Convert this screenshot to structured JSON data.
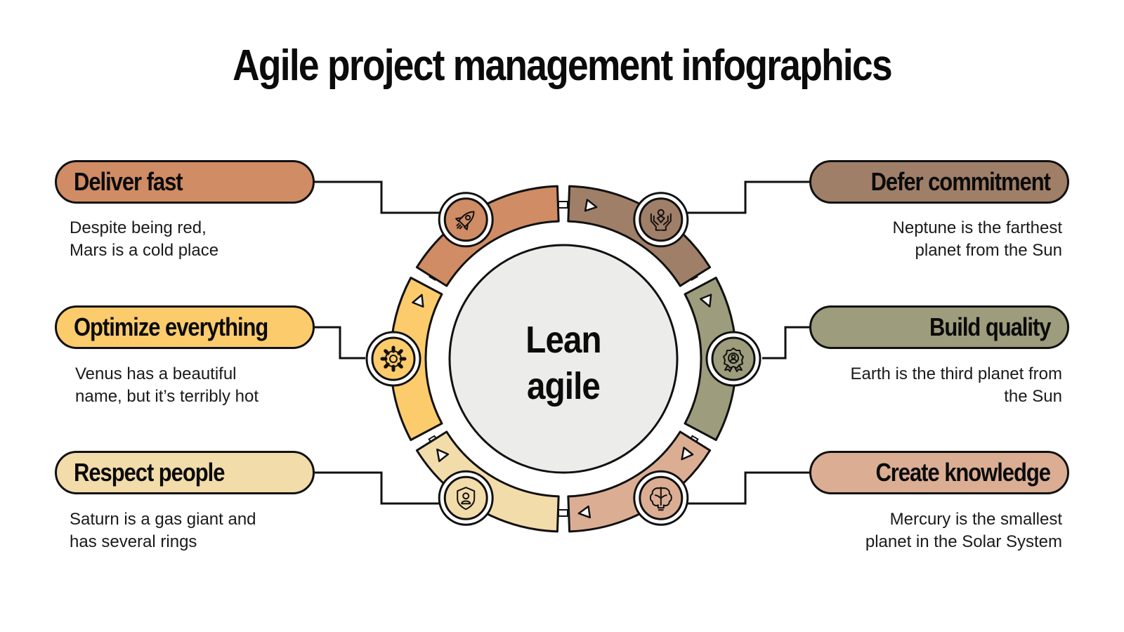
{
  "title": "Agile project management infographics",
  "center": {
    "line1": "Lean",
    "line2": "agile",
    "fill": "#ececeb"
  },
  "items": [
    {
      "label": "Deliver fast",
      "description": "Despite being red,\nMars is a cold place",
      "color": "#d08c64",
      "icon": "rocket-icon",
      "side": "left"
    },
    {
      "label": "Optimize everything",
      "description": "Venus has a beautiful\nname, but it’s terribly hot",
      "color": "#fccb6c",
      "icon": "gear-icon",
      "side": "left"
    },
    {
      "label": "Respect people",
      "description": "Saturn is a gas giant and\nhas several rings",
      "color": "#f2dcaa",
      "icon": "shield-user-icon",
      "side": "left"
    },
    {
      "label": "Defer commitment",
      "description": "Neptune is the farthest\nplanet from the Sun",
      "color": "#a07f68",
      "icon": "hands-person-icon",
      "side": "right"
    },
    {
      "label": "Build quality",
      "description": "Earth is the third planet from\nthe Sun",
      "color": "#9d9c7c",
      "icon": "award-badge-icon",
      "side": "right"
    },
    {
      "label": "Create knowledge",
      "description": "Mercury is the smallest\nplanet in the Solar System",
      "color": "#dbae94",
      "icon": "brain-bulb-icon",
      "side": "right"
    }
  ]
}
